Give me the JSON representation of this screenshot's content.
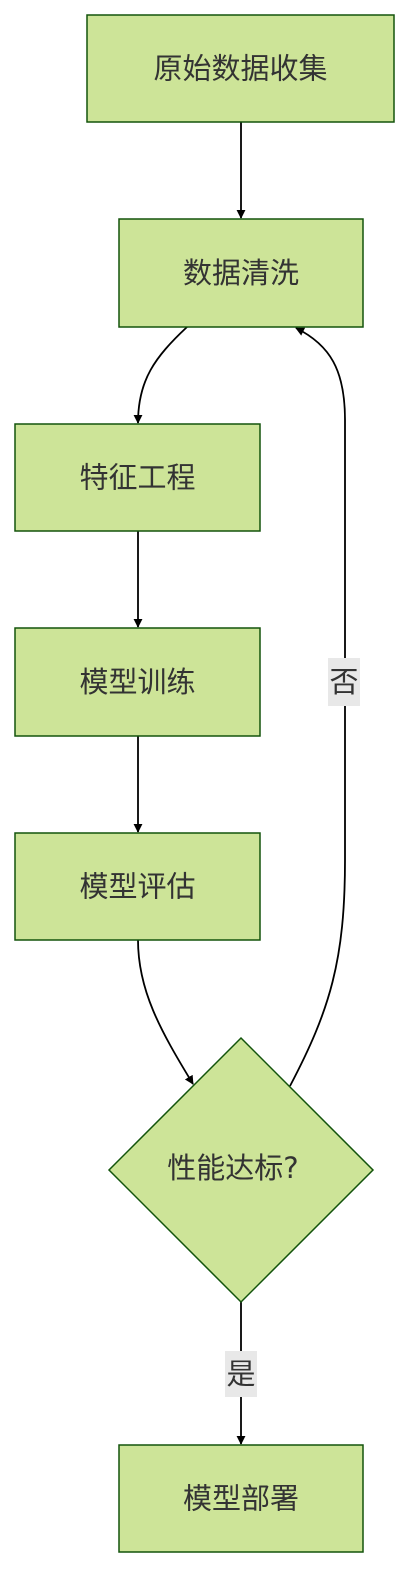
{
  "colors": {
    "node_fill": "#cde498",
    "node_stroke": "#13540c",
    "edge": "#000000",
    "text": "#333333",
    "edge_label_bg": "#e8e8e8"
  },
  "nodes": {
    "collect": "原始数据收集",
    "clean": "数据清洗",
    "feature": "特征工程",
    "train": "模型训练",
    "evaluate": "模型评估",
    "decision": "性能达标?",
    "deploy": "模型部署"
  },
  "edges": [
    {
      "from": "collect",
      "to": "clean",
      "label": ""
    },
    {
      "from": "clean",
      "to": "feature",
      "label": ""
    },
    {
      "from": "feature",
      "to": "train",
      "label": ""
    },
    {
      "from": "train",
      "to": "evaluate",
      "label": ""
    },
    {
      "from": "evaluate",
      "to": "decision",
      "label": ""
    },
    {
      "from": "decision",
      "to": "clean",
      "label": "否"
    },
    {
      "from": "decision",
      "to": "deploy",
      "label": "是"
    }
  ]
}
